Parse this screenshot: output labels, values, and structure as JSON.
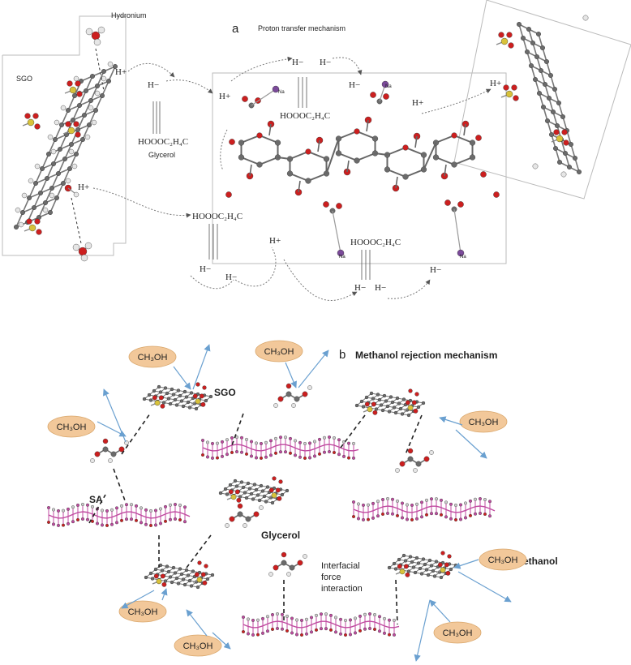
{
  "panel_a": {
    "letter": "a",
    "title": "Proton transfer mechanism",
    "hydronium_label": "Hydronium",
    "sgo_label": "SGO",
    "glycerol_label": "Glycerol",
    "h_plus": "H+",
    "h_minus": "H−",
    "formula": "HOOOC₂H₄C",
    "na": "Na"
  },
  "panel_b": {
    "letter": "b",
    "title": "Methanol rejection mechanism",
    "sgo_label": "SGO",
    "sa_label": "SA",
    "glycerol_label": "Glycerol",
    "methanol_label": "Methanol",
    "interfacial_label_1": "Interfacial",
    "interfacial_label_2": "force",
    "interfacial_label_3": "interaction",
    "ch3oh": "CH₃OH"
  },
  "colors": {
    "carbon": "#6b6b6b",
    "oxygen": "#cc1f1f",
    "sulfur": "#d8c23a",
    "hydrogen": "#e6e6e6",
    "sodium": "#7b4a9a",
    "sa_chain": "#c04aa0",
    "oval_fill": "#f2c89a",
    "arrow_blue": "#6aa0d0"
  }
}
